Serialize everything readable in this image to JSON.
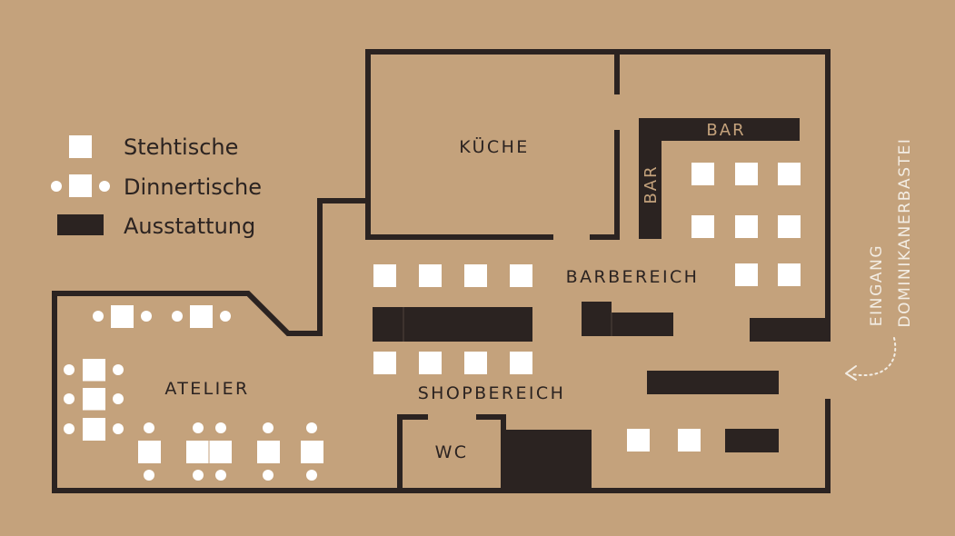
{
  "colors": {
    "background": "#c4a27c",
    "wall": "#2b2321",
    "furniture": "#ffffff",
    "entrance_text": "#f3ede4"
  },
  "legend": {
    "standing_tables": "Stehtische",
    "dinner_tables": "Dinnertische",
    "fixtures": "Ausstattung"
  },
  "rooms": {
    "kitchen": "KÜCHE",
    "bar_horizontal": "BAR",
    "bar_vertical": "BAR",
    "bar_area": "BARBEREICH",
    "shop_area": "SHOPBEREICH",
    "atelier": "ATELIER",
    "wc": "WC"
  },
  "entrance": {
    "line1": "EINGANG",
    "line2": "DOMINIKANERBASTEI"
  }
}
